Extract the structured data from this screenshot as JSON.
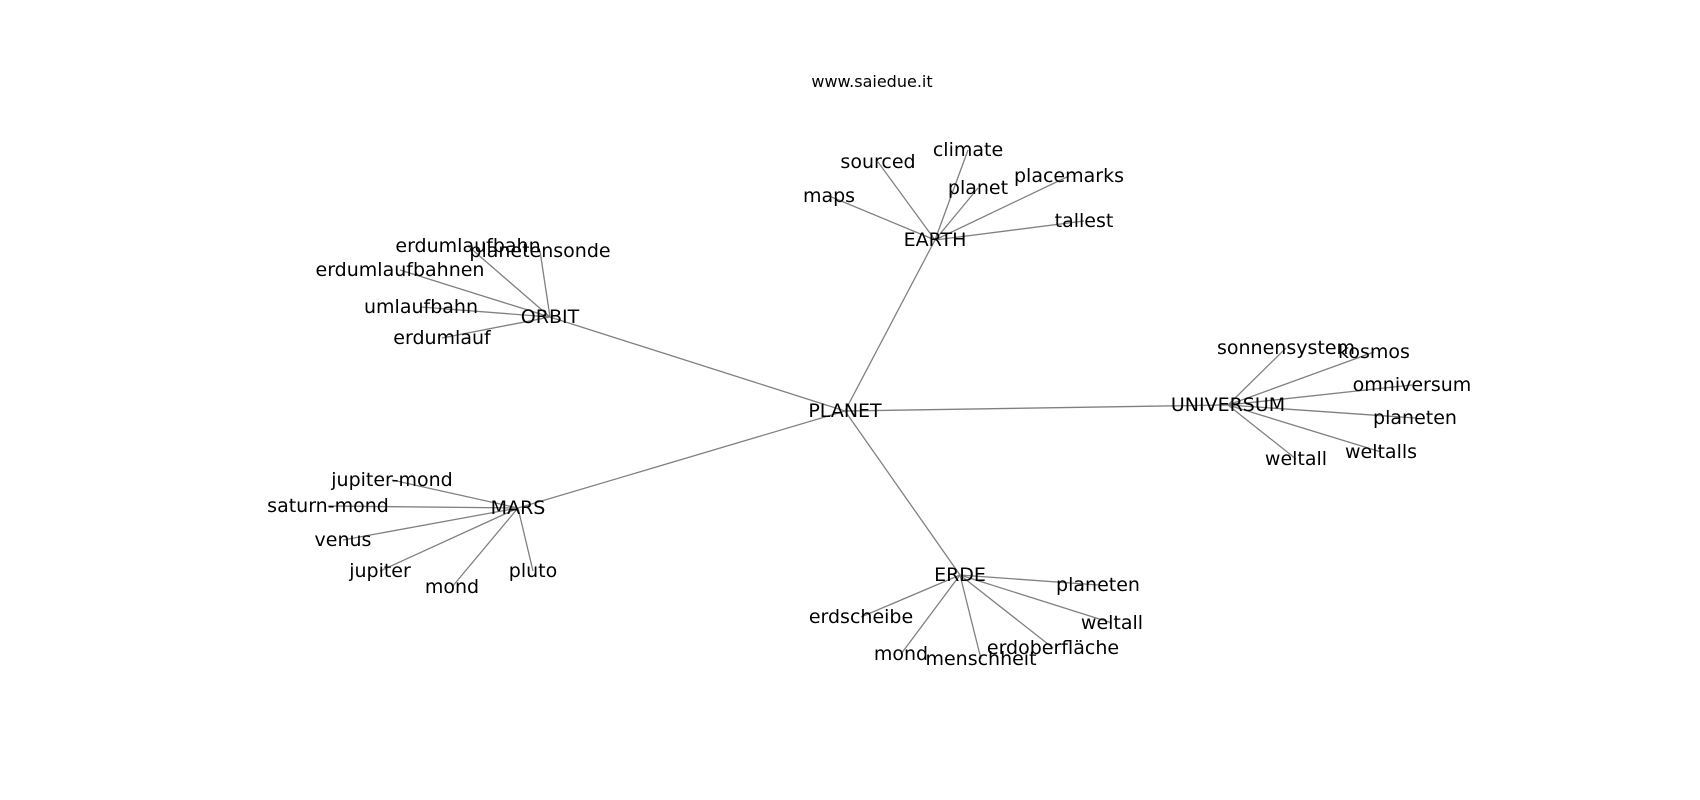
{
  "header": {
    "site": "www.saiedue.it"
  },
  "graph": {
    "center": "PLANET",
    "hubs": [
      {
        "label": "EARTH",
        "leaves": [
          "sourced",
          "climate",
          "maps",
          "planet",
          "placemarks",
          "tallest"
        ]
      },
      {
        "label": "ORBIT",
        "leaves": [
          "erdumlaufbahn",
          "planetensonde",
          "erdumlaufbahnen",
          "umlaufbahn",
          "erdumlauf"
        ]
      },
      {
        "label": "UNIVERSUM",
        "leaves": [
          "sonnensystem",
          "kosmos",
          "omniversum",
          "planeten",
          "weltalls",
          "weltall"
        ]
      },
      {
        "label": "MARS",
        "leaves": [
          "jupiter-mond",
          "saturn-mond",
          "venus",
          "jupiter",
          "mond",
          "pluto"
        ]
      },
      {
        "label": "ERDE",
        "leaves": [
          "planeten",
          "weltall",
          "erdoberfläche",
          "menschheit",
          "mond",
          "erdscheibe"
        ]
      }
    ]
  }
}
